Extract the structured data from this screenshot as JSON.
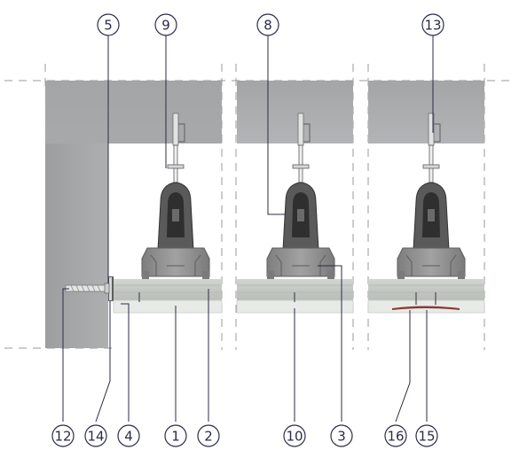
{
  "callouts": {
    "c1": "1",
    "c2": "2",
    "c3": "3",
    "c4": "4",
    "c5": "5",
    "c8": "8",
    "c9": "9",
    "c10": "10",
    "c12": "12",
    "c13": "13",
    "c14": "14",
    "c15": "15",
    "c16": "16"
  },
  "colors": {
    "concrete": "#a7a8aa",
    "wall": "#a3a4a6",
    "panel": "#c8ccc7",
    "panel_line": "#b6bbb5",
    "board_under": "#e6e8e6",
    "bracket": "#8d8d8d",
    "hanger_dark": "#3e3e3e",
    "leader": "#2b2b48",
    "sealant": "#8a3a33",
    "dash": "#9a9a9a"
  }
}
